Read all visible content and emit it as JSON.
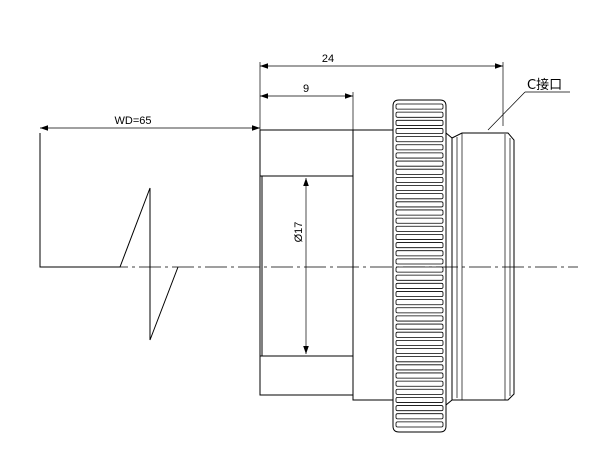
{
  "drawing": {
    "dimensions": {
      "overall_length": "24",
      "front_length": "9",
      "working_distance": "WD=65",
      "diameter": "Ø17"
    },
    "callout": {
      "mount_label": "C接口"
    }
  }
}
